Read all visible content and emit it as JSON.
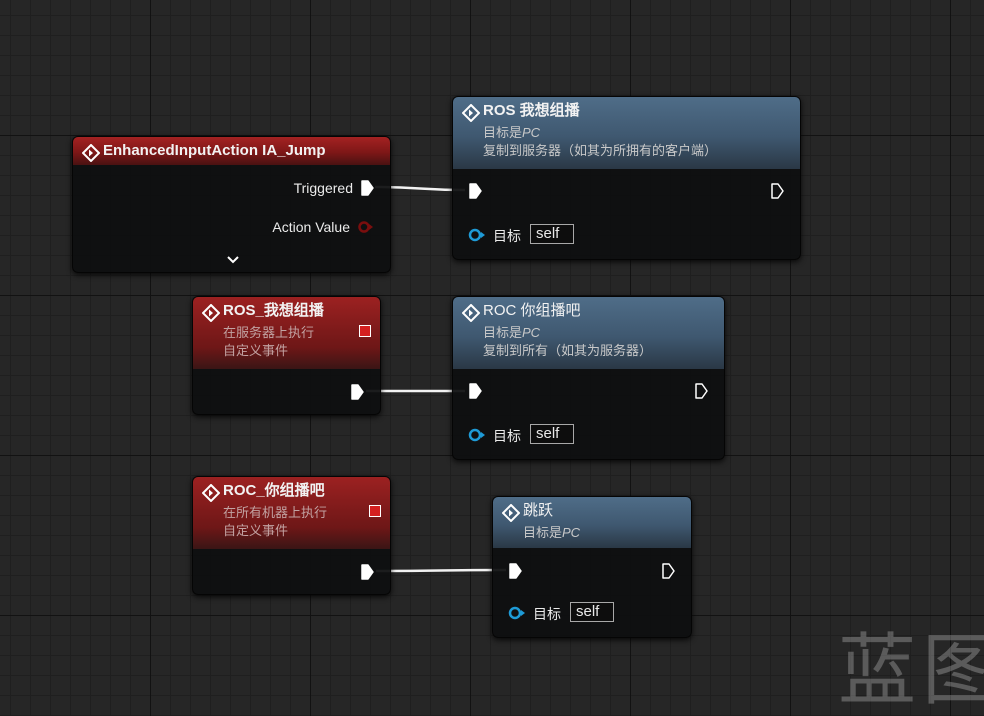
{
  "nodes": {
    "input_action": {
      "title": "EnhancedInputAction IA_Jump",
      "pin_triggered": "Triggered",
      "pin_action_value": "Action Value"
    },
    "ros_call": {
      "title": "ROS 我想组播",
      "subtitle_prefix": "目标是",
      "subtitle_target": "PC",
      "subtitle_replication": "复制到服务器（如其为所拥有的客户端）",
      "target_label": "目标",
      "target_value": "self"
    },
    "ros_event": {
      "title": "ROS_我想组播",
      "line1": "在服务器上执行",
      "line2": "自定义事件"
    },
    "roc_call": {
      "title": "ROC 你组播吧",
      "subtitle_prefix": "目标是",
      "subtitle_target": "PC",
      "subtitle_replication": "复制到所有（如其为服务器）",
      "target_label": "目标",
      "target_value": "self"
    },
    "roc_event": {
      "title": "ROC_你组播吧",
      "line1": "在所有机器上执行",
      "line2": "自定义事件"
    },
    "jump_call": {
      "title": "跳跃",
      "subtitle_prefix": "目标是",
      "subtitle_target": "PC",
      "target_label": "目标",
      "target_value": "self"
    }
  },
  "watermark": "蓝图",
  "colors": {
    "event_header": "#9c2121",
    "function_header": "#4f6d88",
    "exec_pin": "#ffffff",
    "object_pin": "#1e9bd7",
    "value_pin": "#8b1010",
    "replication_marker": "#d42020"
  }
}
